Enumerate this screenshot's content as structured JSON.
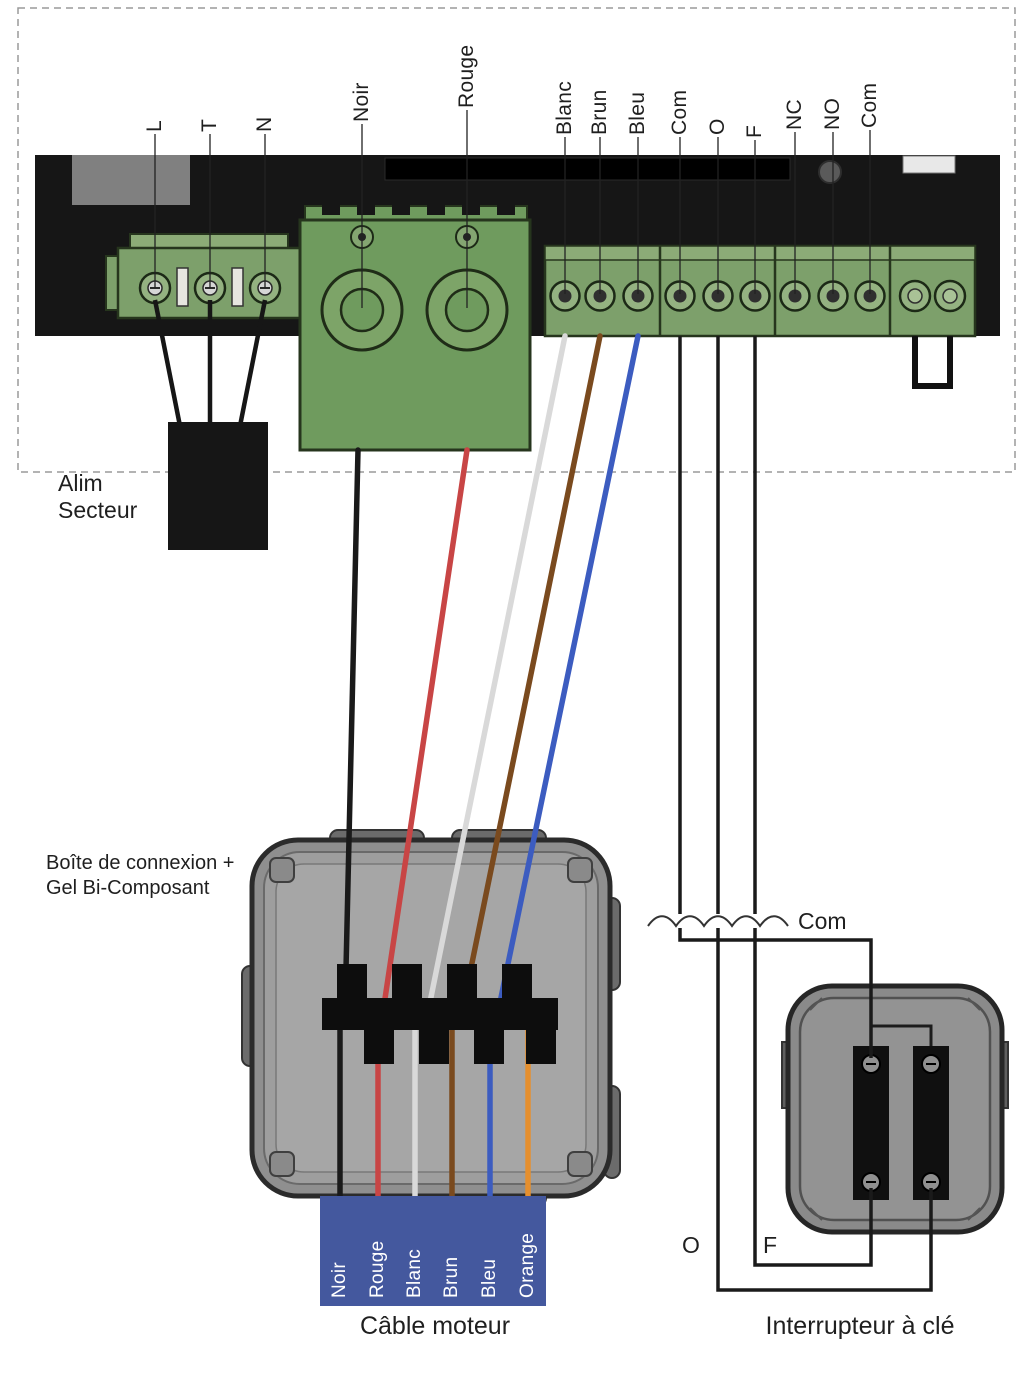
{
  "board": {
    "power_terminal_labels": [
      "L",
      "T",
      "N"
    ],
    "motor_terminal_labels": [
      "Noir",
      "Rouge"
    ],
    "io_terminal_labels": [
      "Blanc",
      "Brun",
      "Bleu",
      "Com",
      "O",
      "F",
      "NC",
      "NO",
      "Com"
    ]
  },
  "power_supply": {
    "caption_line1": "Alim",
    "caption_line2": "Secteur"
  },
  "junction_box": {
    "caption_line1": "Boîte de connexion +",
    "caption_line2": "Gel Bi-Composant"
  },
  "motor_cable": {
    "wire_labels": [
      "Noir",
      "Rouge",
      "Blanc",
      "Brun",
      "Bleu",
      "Orange"
    ],
    "caption": "Câble moteur"
  },
  "key_switch": {
    "caption": "Interrupteur à clé",
    "com_label": "Com",
    "open_label": "O",
    "close_label": "F"
  },
  "colors": {
    "pcb": "#161616",
    "terminal_green": "#7da06b",
    "terminal_green_light": "#8cab77",
    "terminal_green_dark": "#26351d",
    "cable_strip_blue": "#44589e",
    "wire_black": "#1a1a1a",
    "wire_red": "#c84545",
    "wire_white": "#d9d9d9",
    "wire_brown": "#7a4a1e",
    "wire_blue": "#3c5cc0",
    "wire_orange": "#e58f2e",
    "control_wire": "#1a1a1a"
  }
}
